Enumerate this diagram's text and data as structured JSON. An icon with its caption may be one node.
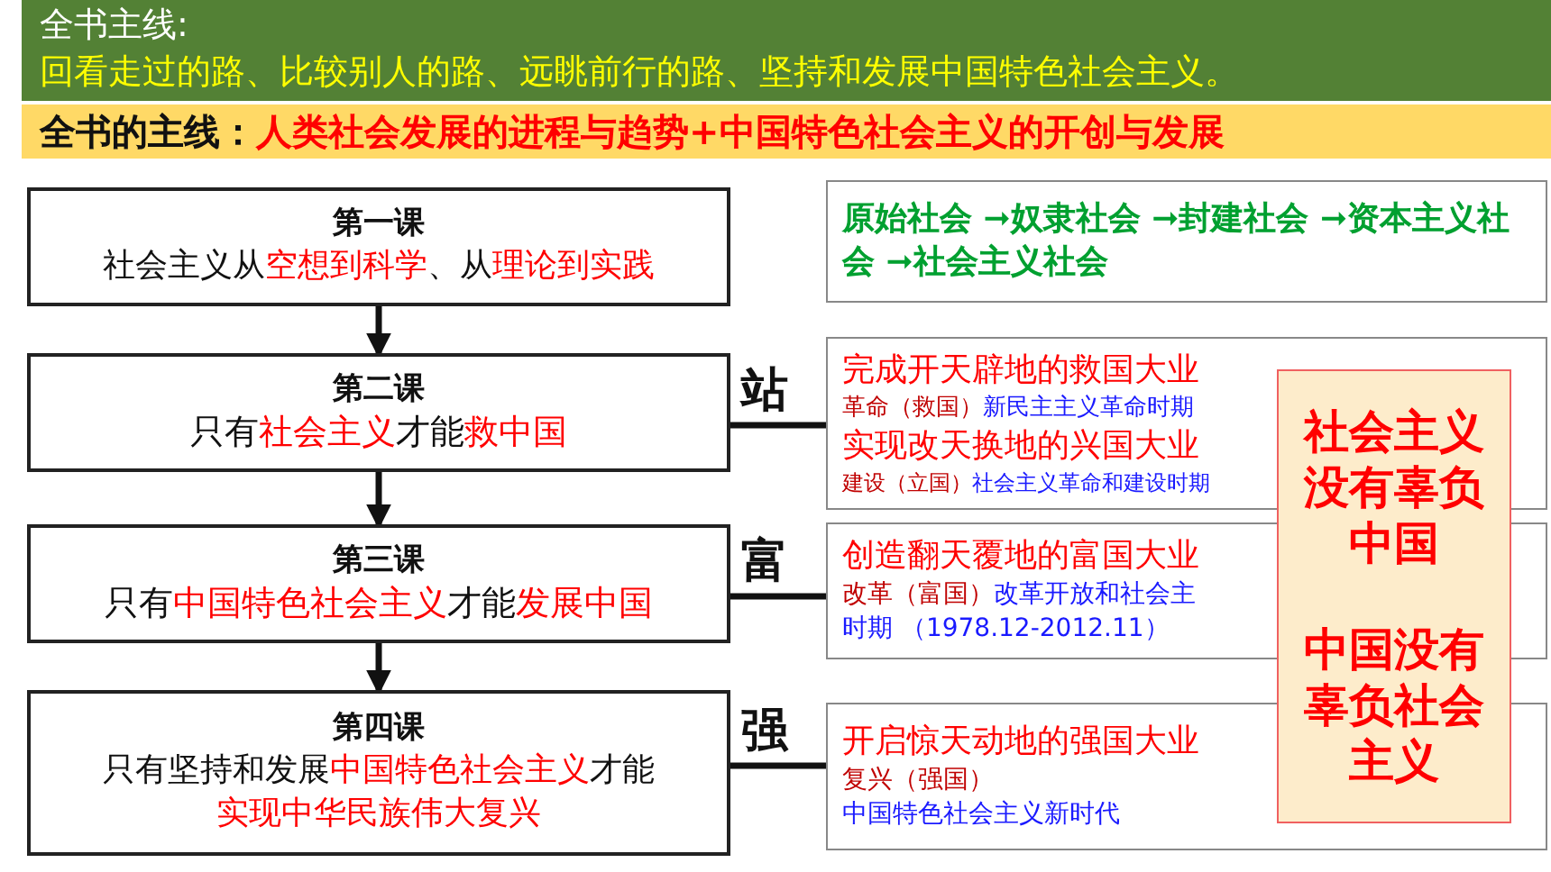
{
  "diagram": {
    "nodes": [
      {
        "text": [
          "全书主线:",
          "回看走过的路、比较别人的路、远眺前行的路、坚持和发展中国特色社会主义。"
        ]
      },
      {
        "text": [
          "全书的主线：",
          "人类社会发展的进程与趋势+中国特色社会主义的开创与发展"
        ]
      },
      {
        "text": [
          "第一课",
          "社会主义从",
          "空想到科学",
          "、从",
          "理论到实践"
        ]
      },
      {
        "text": [
          "第二课",
          "只有",
          "社会主义",
          "才能",
          "救中国"
        ]
      },
      {
        "text": [
          "第三课",
          "只有",
          "中国特色社会主义",
          "才能",
          "发展中国"
        ]
      },
      {
        "text": [
          "第四课",
          "只有坚持和发展",
          "中国特色社会主义",
          "才能",
          "实现中华民族伟大复兴"
        ]
      },
      {
        "text": [
          "原始社会 ➞奴隶社会 ➞封建社会 ➞资本主义社会 ➞社会主义社会"
        ]
      },
      {
        "text": [
          "完成开天辟地的救国大业",
          "革命（救国）",
          "新民主主义革命时期",
          "实现改天换地的兴国大业",
          "建设（立国）",
          "社会主义革命和建设时期"
        ]
      },
      {
        "text": [
          "创造翻天覆地的富国大业",
          "改革（富国）",
          "改革开放和社会主",
          "时期 （1978.12-2012.11）"
        ]
      },
      {
        "text": [
          "开启惊天动地的强国大业",
          "复兴（强国）",
          "中国特色社会主义新时代"
        ]
      },
      {
        "text": [
          "社会主义没有辜负中国",
          "中国没有辜负社会主义"
        ]
      }
    ],
    "edges": [
      {
        "from": 2,
        "to": 3,
        "arrow": "to"
      },
      {
        "from": 3,
        "to": 4,
        "arrow": "to"
      },
      {
        "from": 4,
        "to": 5,
        "arrow": "to"
      },
      {
        "from": 3,
        "to": 7,
        "arrow": "none",
        "label": "站"
      },
      {
        "from": 4,
        "to": 8,
        "arrow": "none",
        "label": "富"
      },
      {
        "from": 5,
        "to": 9,
        "arrow": "none",
        "label": "强"
      }
    ]
  }
}
